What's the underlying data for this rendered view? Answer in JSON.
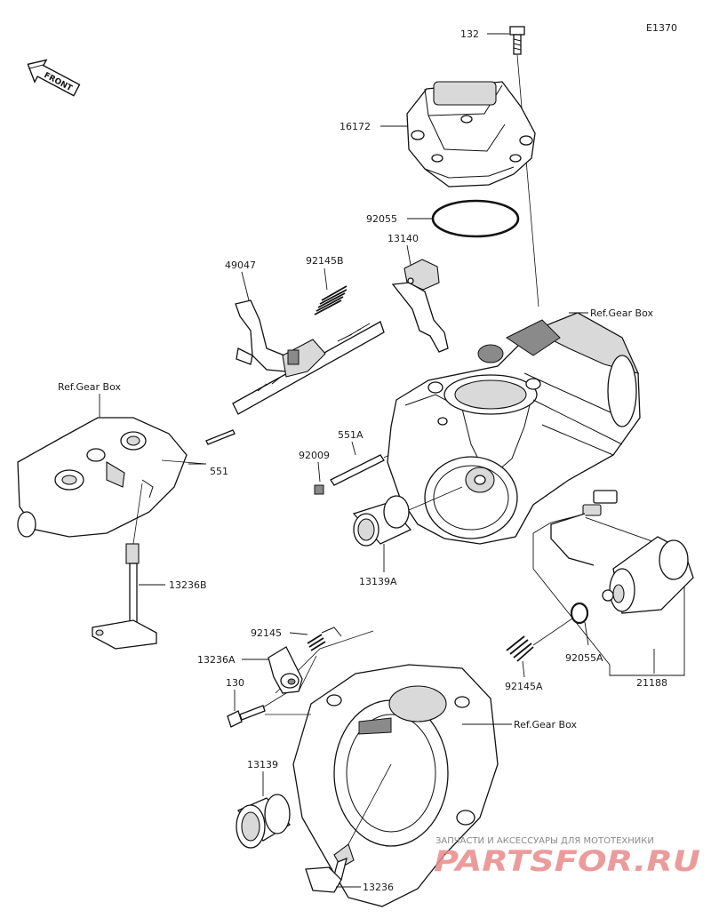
{
  "diagram_code": "E1370",
  "front_badge": "FRONT",
  "labels": {
    "p132": "132",
    "p16172": "16172",
    "p92055": "92055",
    "p13140": "13140",
    "p49047": "49047",
    "p92145B": "92145B",
    "ref_gear_box_top_right": "Ref.Gear Box",
    "ref_gear_box_left": "Ref.Gear Box",
    "p551A": "551A",
    "p92009": "92009",
    "p551": "551",
    "p13139A": "13139A",
    "p13236B": "13236B",
    "p92145": "92145",
    "p13236A": "13236A",
    "p130": "130",
    "p92055A": "92055A",
    "p92145A": "92145A",
    "p21188": "21188",
    "ref_gear_box_bottom": "Ref.Gear Box",
    "p13139": "13139",
    "p13236": "13236"
  },
  "watermark": {
    "tagline": "ЗАПЧАСТИ И АКСЕССУАРЫ ДЛЯ МОТОТЕХНИКИ",
    "brand": "PARTSFOR.RU"
  }
}
